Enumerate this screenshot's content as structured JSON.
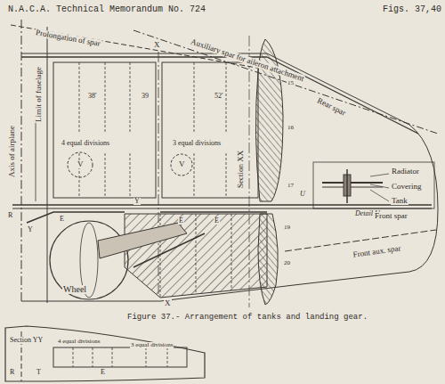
{
  "diagram": {
    "title": "N.A.C.A. Technical Memorandum No. 724",
    "caption": "Figure 37.- Arrangement of tanks and landing gear.",
    "labels": [
      "Figs. 37,40",
      "Prolongation of spar",
      "Auxiliary spar for aileron attachment",
      "Limit of fuselage",
      "Axis of airplane",
      "Rear spar",
      "Section XX",
      "Radiator",
      "Covering",
      "Tank",
      "Detail U",
      "Front spar",
      "Front aux. spar",
      "Wheel",
      "4 equal divisions",
      "3 equal divisions",
      "38'",
      "39",
      "52'",
      "X",
      "X",
      "V",
      "V",
      "15",
      "16",
      "17",
      "19",
      "20",
      "E",
      "E",
      "E",
      "R",
      "Y",
      "Y",
      "U",
      "Section YY",
      "4 equal divisions",
      "3 equal divisions",
      "R",
      "T",
      "E"
    ]
  }
}
